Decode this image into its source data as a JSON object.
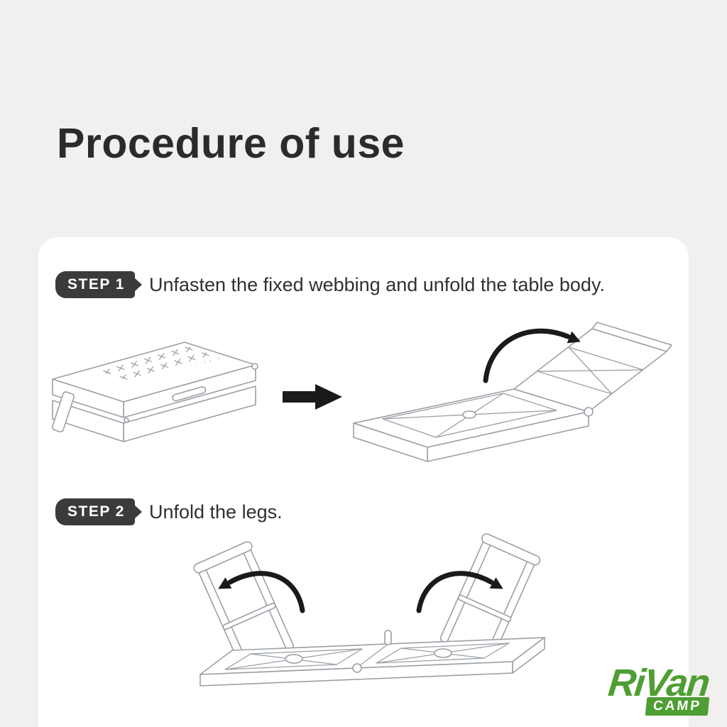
{
  "page": {
    "title": "Procedure of use"
  },
  "steps": [
    {
      "badge": "STEP 1",
      "text": "Unfasten the fixed webbing and unfold the table body."
    },
    {
      "badge": "STEP 2",
      "text": "Unfold the legs."
    }
  ],
  "logo": {
    "brand": "RiVan",
    "camp": "CAMP"
  },
  "colors": {
    "background": "#f1f0ee",
    "card": "#ffffff",
    "title_text": "#2b2b2b",
    "badge_bg": "#3b3b3b",
    "badge_text": "#ffffff",
    "step_text": "#303030",
    "line_art": "#9aa0a6",
    "arrow_black": "#1a1a1a",
    "brand_green": "#4f9e33"
  }
}
